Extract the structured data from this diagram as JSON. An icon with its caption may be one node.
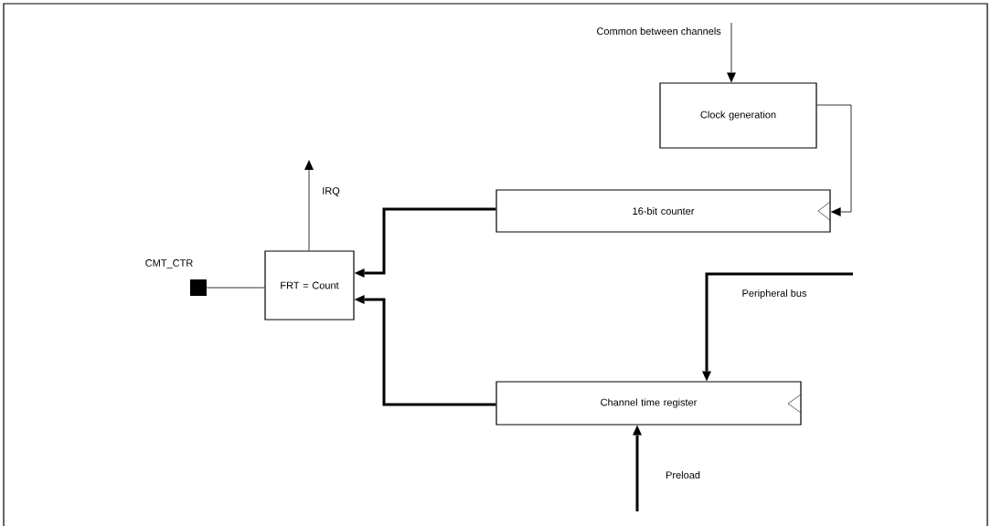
{
  "diagram": {
    "nodes": [
      {
        "text": [
          "Clock generation"
        ]
      },
      {
        "text": [
          "16-bit counter"
        ]
      },
      {
        "text": [
          "FRT = Count"
        ]
      },
      {
        "text": [
          "Channel time register"
        ]
      },
      {
        "text": [
          "CMT_CTR"
        ]
      }
    ],
    "edges": [
      {
        "from": null,
        "to": 0,
        "arrow": "to",
        "label": "Common between channels"
      },
      {
        "from": 0,
        "to": 1,
        "arrow": "to"
      },
      {
        "from": 1,
        "to": 2,
        "arrow": "to",
        "style": "thick"
      },
      {
        "from": 3,
        "to": 2,
        "arrow": "to",
        "style": "thick"
      },
      {
        "from": 2,
        "to": null,
        "arrow": "to",
        "label": "IRQ"
      },
      {
        "from": 4,
        "to": 2,
        "arrow": "none"
      },
      {
        "from": null,
        "to": 3,
        "arrow": "to",
        "label": "Peripheral bus",
        "style": "thick"
      },
      {
        "from": null,
        "to": 3,
        "arrow": "to",
        "label": "Preload",
        "style": "thick"
      }
    ]
  }
}
